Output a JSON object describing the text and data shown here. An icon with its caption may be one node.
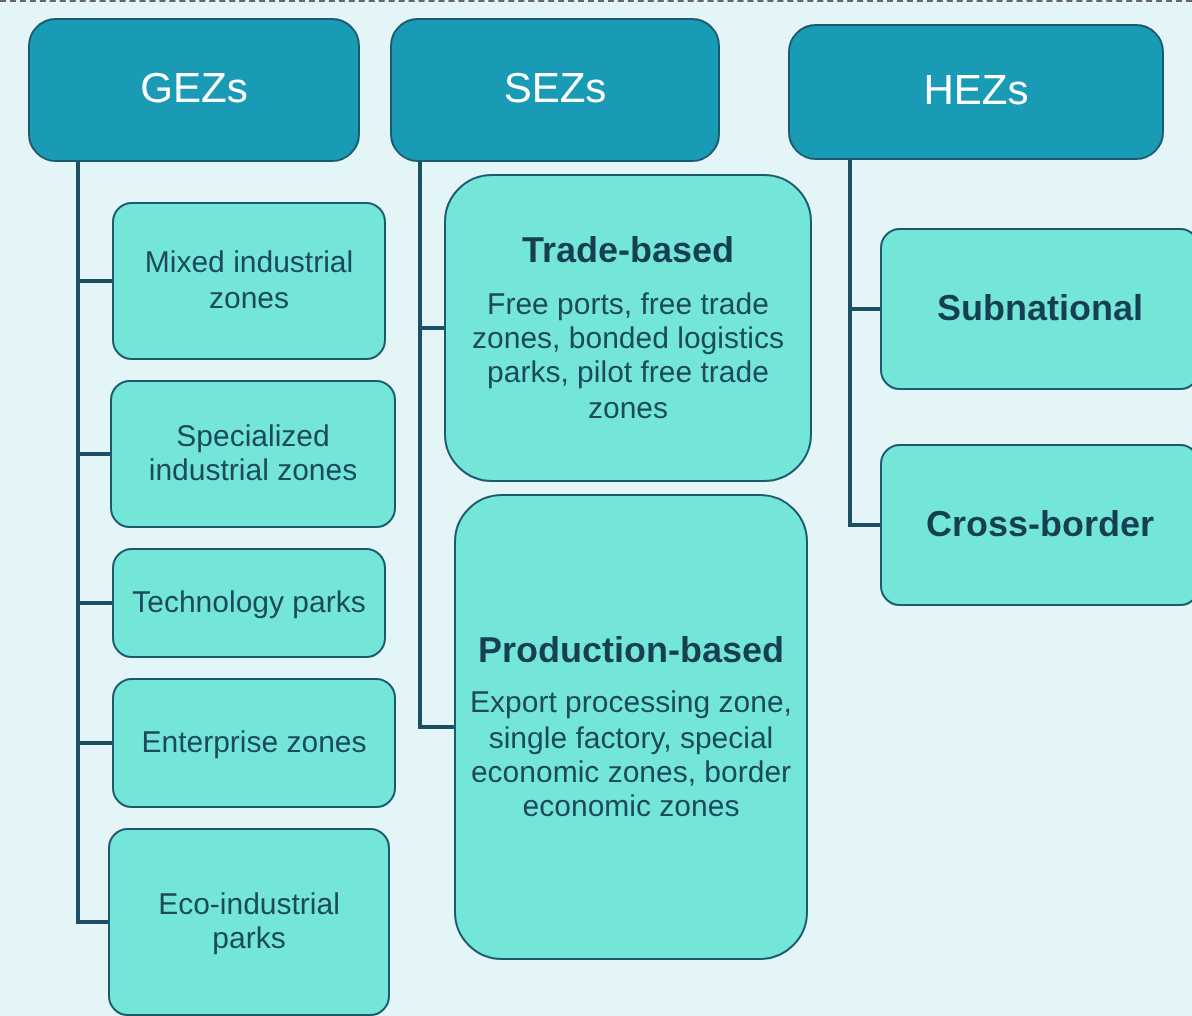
{
  "diagram": {
    "nodes": [
      {
        "text": [
          "GEZs"
        ]
      },
      {
        "text": [
          "SEZs"
        ]
      },
      {
        "text": [
          "HEZs"
        ]
      },
      {
        "text": [
          "Mixed industrial zones"
        ]
      },
      {
        "text": [
          "Specialized industrial zones"
        ]
      },
      {
        "text": [
          "Technology parks"
        ]
      },
      {
        "text": [
          "Enterprise zones"
        ]
      },
      {
        "text": [
          "Eco-industrial parks"
        ]
      },
      {
        "text": [
          "Trade-based",
          "Free ports, free trade zones, bonded logistics parks, pilot free trade zones"
        ]
      },
      {
        "text": [
          "Production-based",
          "Export processing zone, single factory, special economic zones, border economic zones"
        ]
      },
      {
        "text": [
          "Subnational"
        ]
      },
      {
        "text": [
          "Cross-border"
        ]
      }
    ],
    "edges": [
      {
        "from": 0,
        "to": 3,
        "arrow": "none"
      },
      {
        "from": 0,
        "to": 4,
        "arrow": "none"
      },
      {
        "from": 0,
        "to": 5,
        "arrow": "none"
      },
      {
        "from": 0,
        "to": 6,
        "arrow": "none"
      },
      {
        "from": 0,
        "to": 7,
        "arrow": "none"
      },
      {
        "from": 1,
        "to": 8,
        "arrow": "none"
      },
      {
        "from": 1,
        "to": 9,
        "arrow": "none"
      },
      {
        "from": 2,
        "to": 10,
        "arrow": "none"
      },
      {
        "from": 2,
        "to": 11,
        "arrow": "none"
      }
    ]
  }
}
